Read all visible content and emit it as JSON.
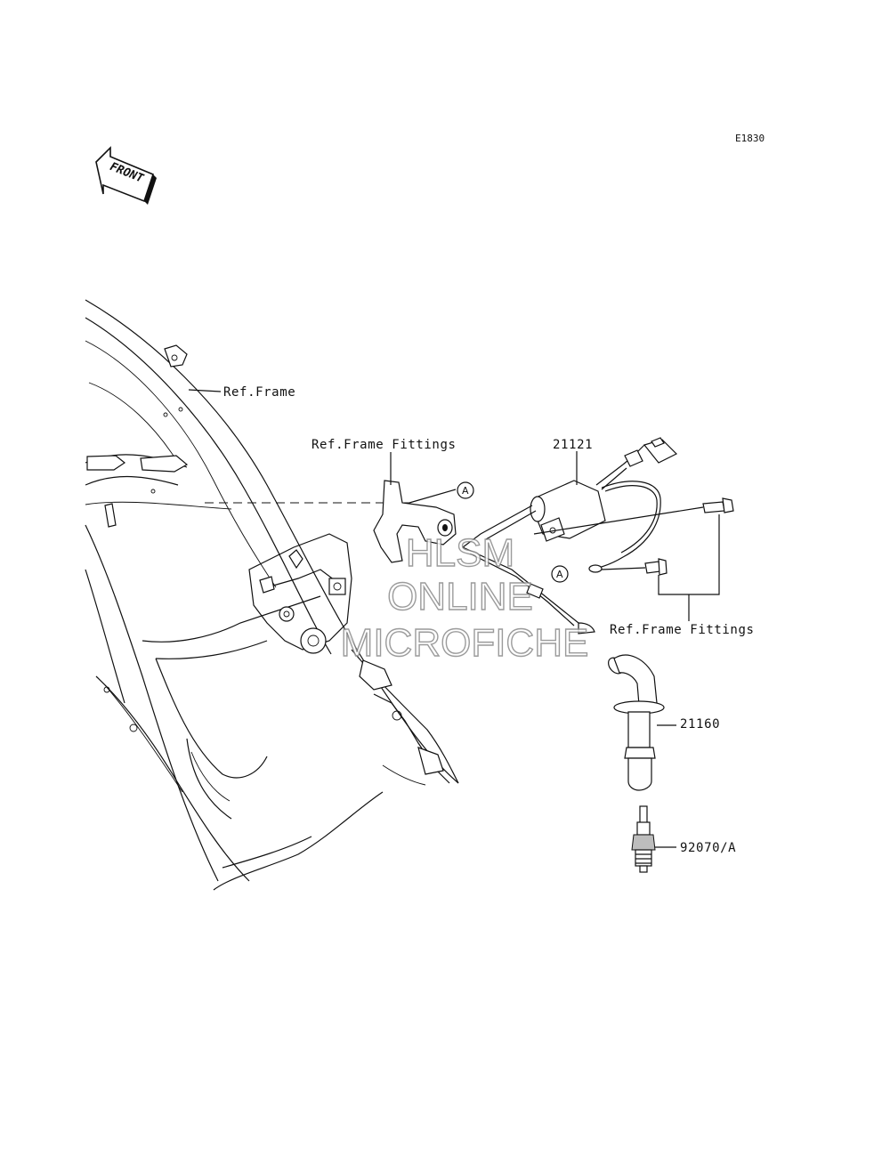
{
  "diagram_code": "E1830",
  "front_marker": "FRONT",
  "labels": {
    "ref_frame": "Ref.Frame",
    "ref_frame_fittings_1": "Ref.Frame Fittings",
    "ref_frame_fittings_2": "Ref.Frame Fittings",
    "part_ignition_coil": "21121",
    "part_spark_plug_cap": "21160",
    "part_spark_plug": "92070/A"
  },
  "callouts": {
    "a1": "A",
    "a2": "A"
  },
  "watermark": {
    "line1": "HLSM",
    "line2": "ONLINE",
    "line3": "MICROFICHE"
  }
}
